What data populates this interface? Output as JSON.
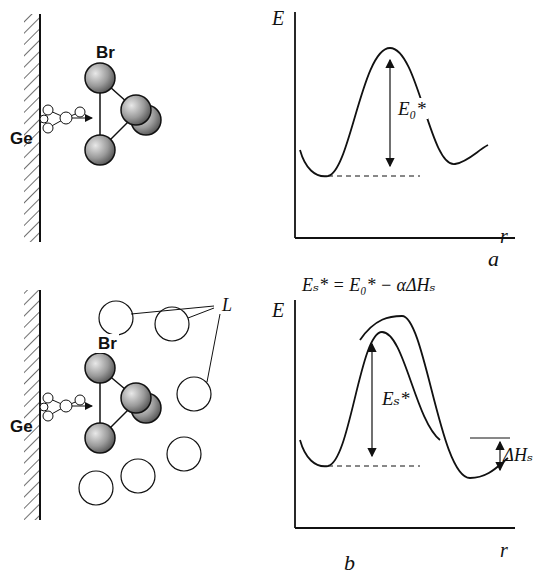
{
  "diagram": {
    "labels": [
      "Br",
      "Ge",
      "E",
      "E₀*",
      "r",
      "a",
      "Eₛ* = E₀* − αΔHₛ",
      "L",
      "Br",
      "Ge",
      "E",
      "Eₛ*",
      "ΔHₛ",
      "r",
      "b"
    ]
  }
}
